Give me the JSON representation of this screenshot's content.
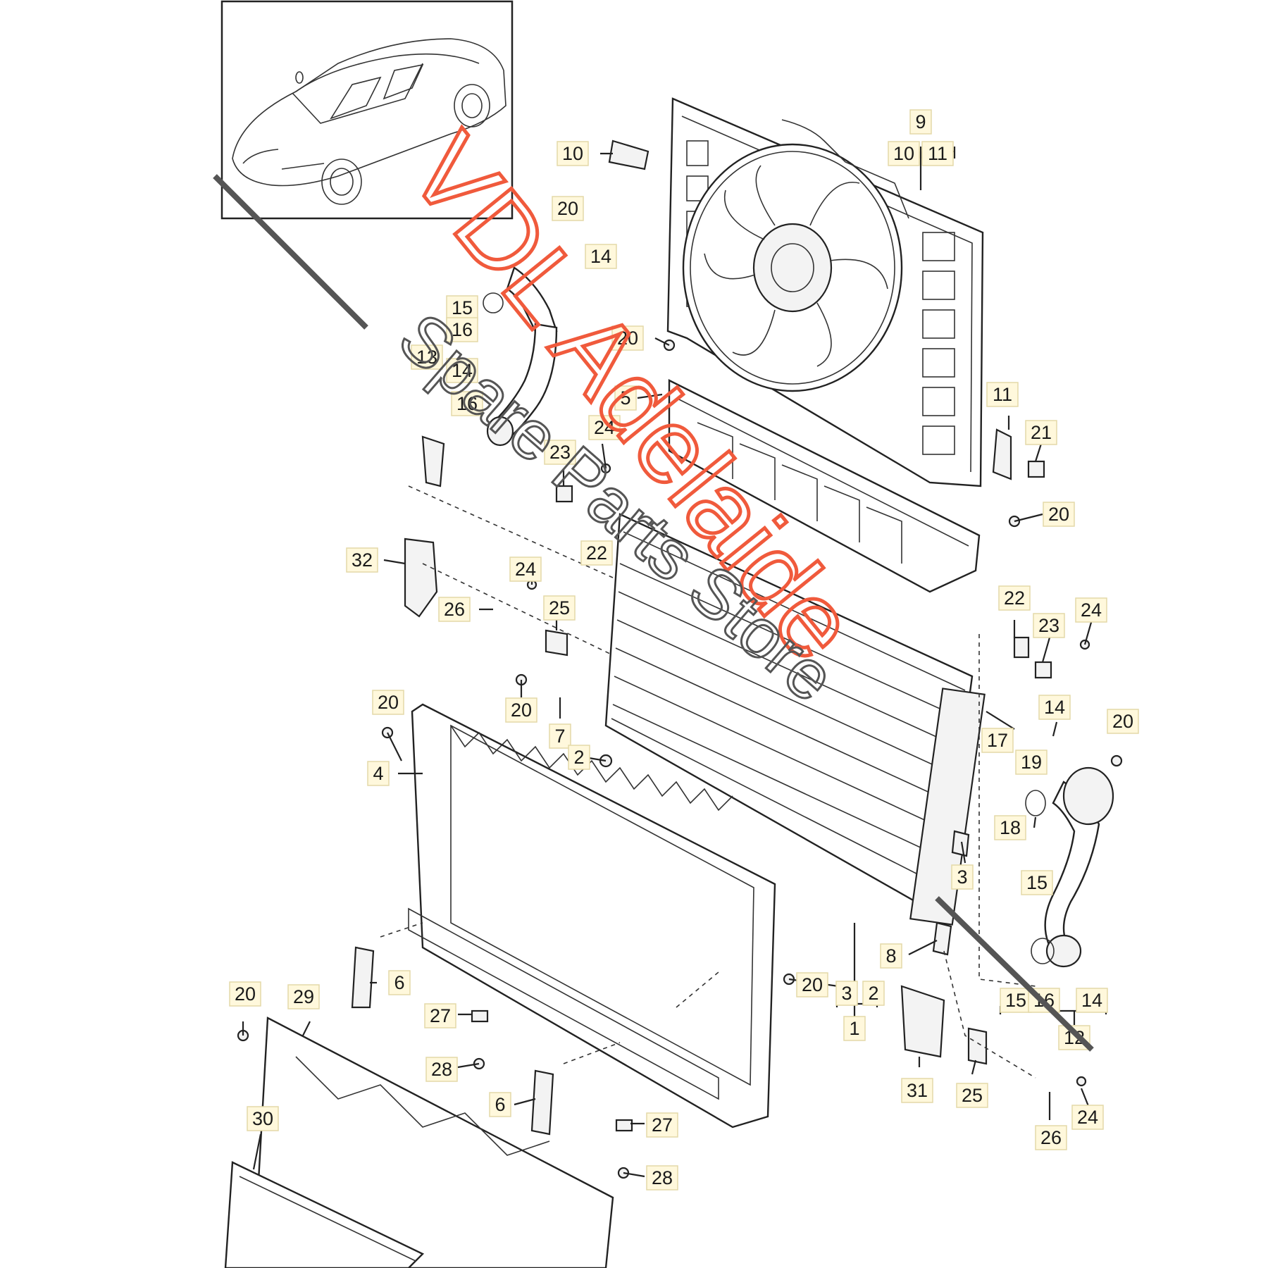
{
  "callouts": [
    {
      "id": "c-9",
      "text": "9"
    },
    {
      "id": "c-10a",
      "text": "10"
    },
    {
      "id": "c-11a",
      "text": "11"
    },
    {
      "id": "c-10b",
      "text": "10"
    },
    {
      "id": "c-20a",
      "text": "20"
    },
    {
      "id": "c-14a",
      "text": "14"
    },
    {
      "id": "c-15a",
      "text": "15"
    },
    {
      "id": "c-16a",
      "text": "16"
    },
    {
      "id": "c-13",
      "text": "13"
    },
    {
      "id": "c-14b",
      "text": "14"
    },
    {
      "id": "c-16b",
      "text": "16"
    },
    {
      "id": "c-20b",
      "text": "20"
    },
    {
      "id": "c-5",
      "text": "5"
    },
    {
      "id": "c-24a",
      "text": "24"
    },
    {
      "id": "c-23a",
      "text": "23"
    },
    {
      "id": "c-11b",
      "text": "11"
    },
    {
      "id": "c-21",
      "text": "21"
    },
    {
      "id": "c-20c",
      "text": "20"
    },
    {
      "id": "c-32",
      "text": "32"
    },
    {
      "id": "c-22a",
      "text": "22"
    },
    {
      "id": "c-24b",
      "text": "24"
    },
    {
      "id": "c-26a",
      "text": "26"
    },
    {
      "id": "c-25a",
      "text": "25"
    },
    {
      "id": "c-22b",
      "text": "22"
    },
    {
      "id": "c-23b",
      "text": "23"
    },
    {
      "id": "c-24c",
      "text": "24"
    },
    {
      "id": "c-20d",
      "text": "20"
    },
    {
      "id": "c-20e",
      "text": "20"
    },
    {
      "id": "c-7",
      "text": "7"
    },
    {
      "id": "c-2a",
      "text": "2"
    },
    {
      "id": "c-14c",
      "text": "14"
    },
    {
      "id": "c-20f",
      "text": "20"
    },
    {
      "id": "c-4",
      "text": "4"
    },
    {
      "id": "c-17",
      "text": "17"
    },
    {
      "id": "c-19",
      "text": "19"
    },
    {
      "id": "c-18",
      "text": "18"
    },
    {
      "id": "c-3a",
      "text": "3"
    },
    {
      "id": "c-15b",
      "text": "15"
    },
    {
      "id": "c-8",
      "text": "8"
    },
    {
      "id": "c-6a",
      "text": "6"
    },
    {
      "id": "c-20g",
      "text": "20"
    },
    {
      "id": "c-3b",
      "text": "3"
    },
    {
      "id": "c-2b",
      "text": "2"
    },
    {
      "id": "c-1",
      "text": "1"
    },
    {
      "id": "c-15c",
      "text": "15"
    },
    {
      "id": "c-16c",
      "text": "16"
    },
    {
      "id": "c-14d",
      "text": "14"
    },
    {
      "id": "c-12",
      "text": "12"
    },
    {
      "id": "c-20h",
      "text": "20"
    },
    {
      "id": "c-29",
      "text": "29"
    },
    {
      "id": "c-27a",
      "text": "27"
    },
    {
      "id": "c-28a",
      "text": "28"
    },
    {
      "id": "c-31",
      "text": "31"
    },
    {
      "id": "c-25b",
      "text": "25"
    },
    {
      "id": "c-26b",
      "text": "26"
    },
    {
      "id": "c-24d",
      "text": "24"
    },
    {
      "id": "c-6b",
      "text": "6"
    },
    {
      "id": "c-27b",
      "text": "27"
    },
    {
      "id": "c-30",
      "text": "30"
    },
    {
      "id": "c-28b",
      "text": "28"
    }
  ],
  "watermark": {
    "brand": "VDL Adelaide",
    "tagline": "Spare Parts Store",
    "brand_color": "#f05a3c",
    "tagline_color": "#555555"
  },
  "icons": {
    "vehicle_thumbnail": "car-icon",
    "fan": "fan-icon"
  }
}
